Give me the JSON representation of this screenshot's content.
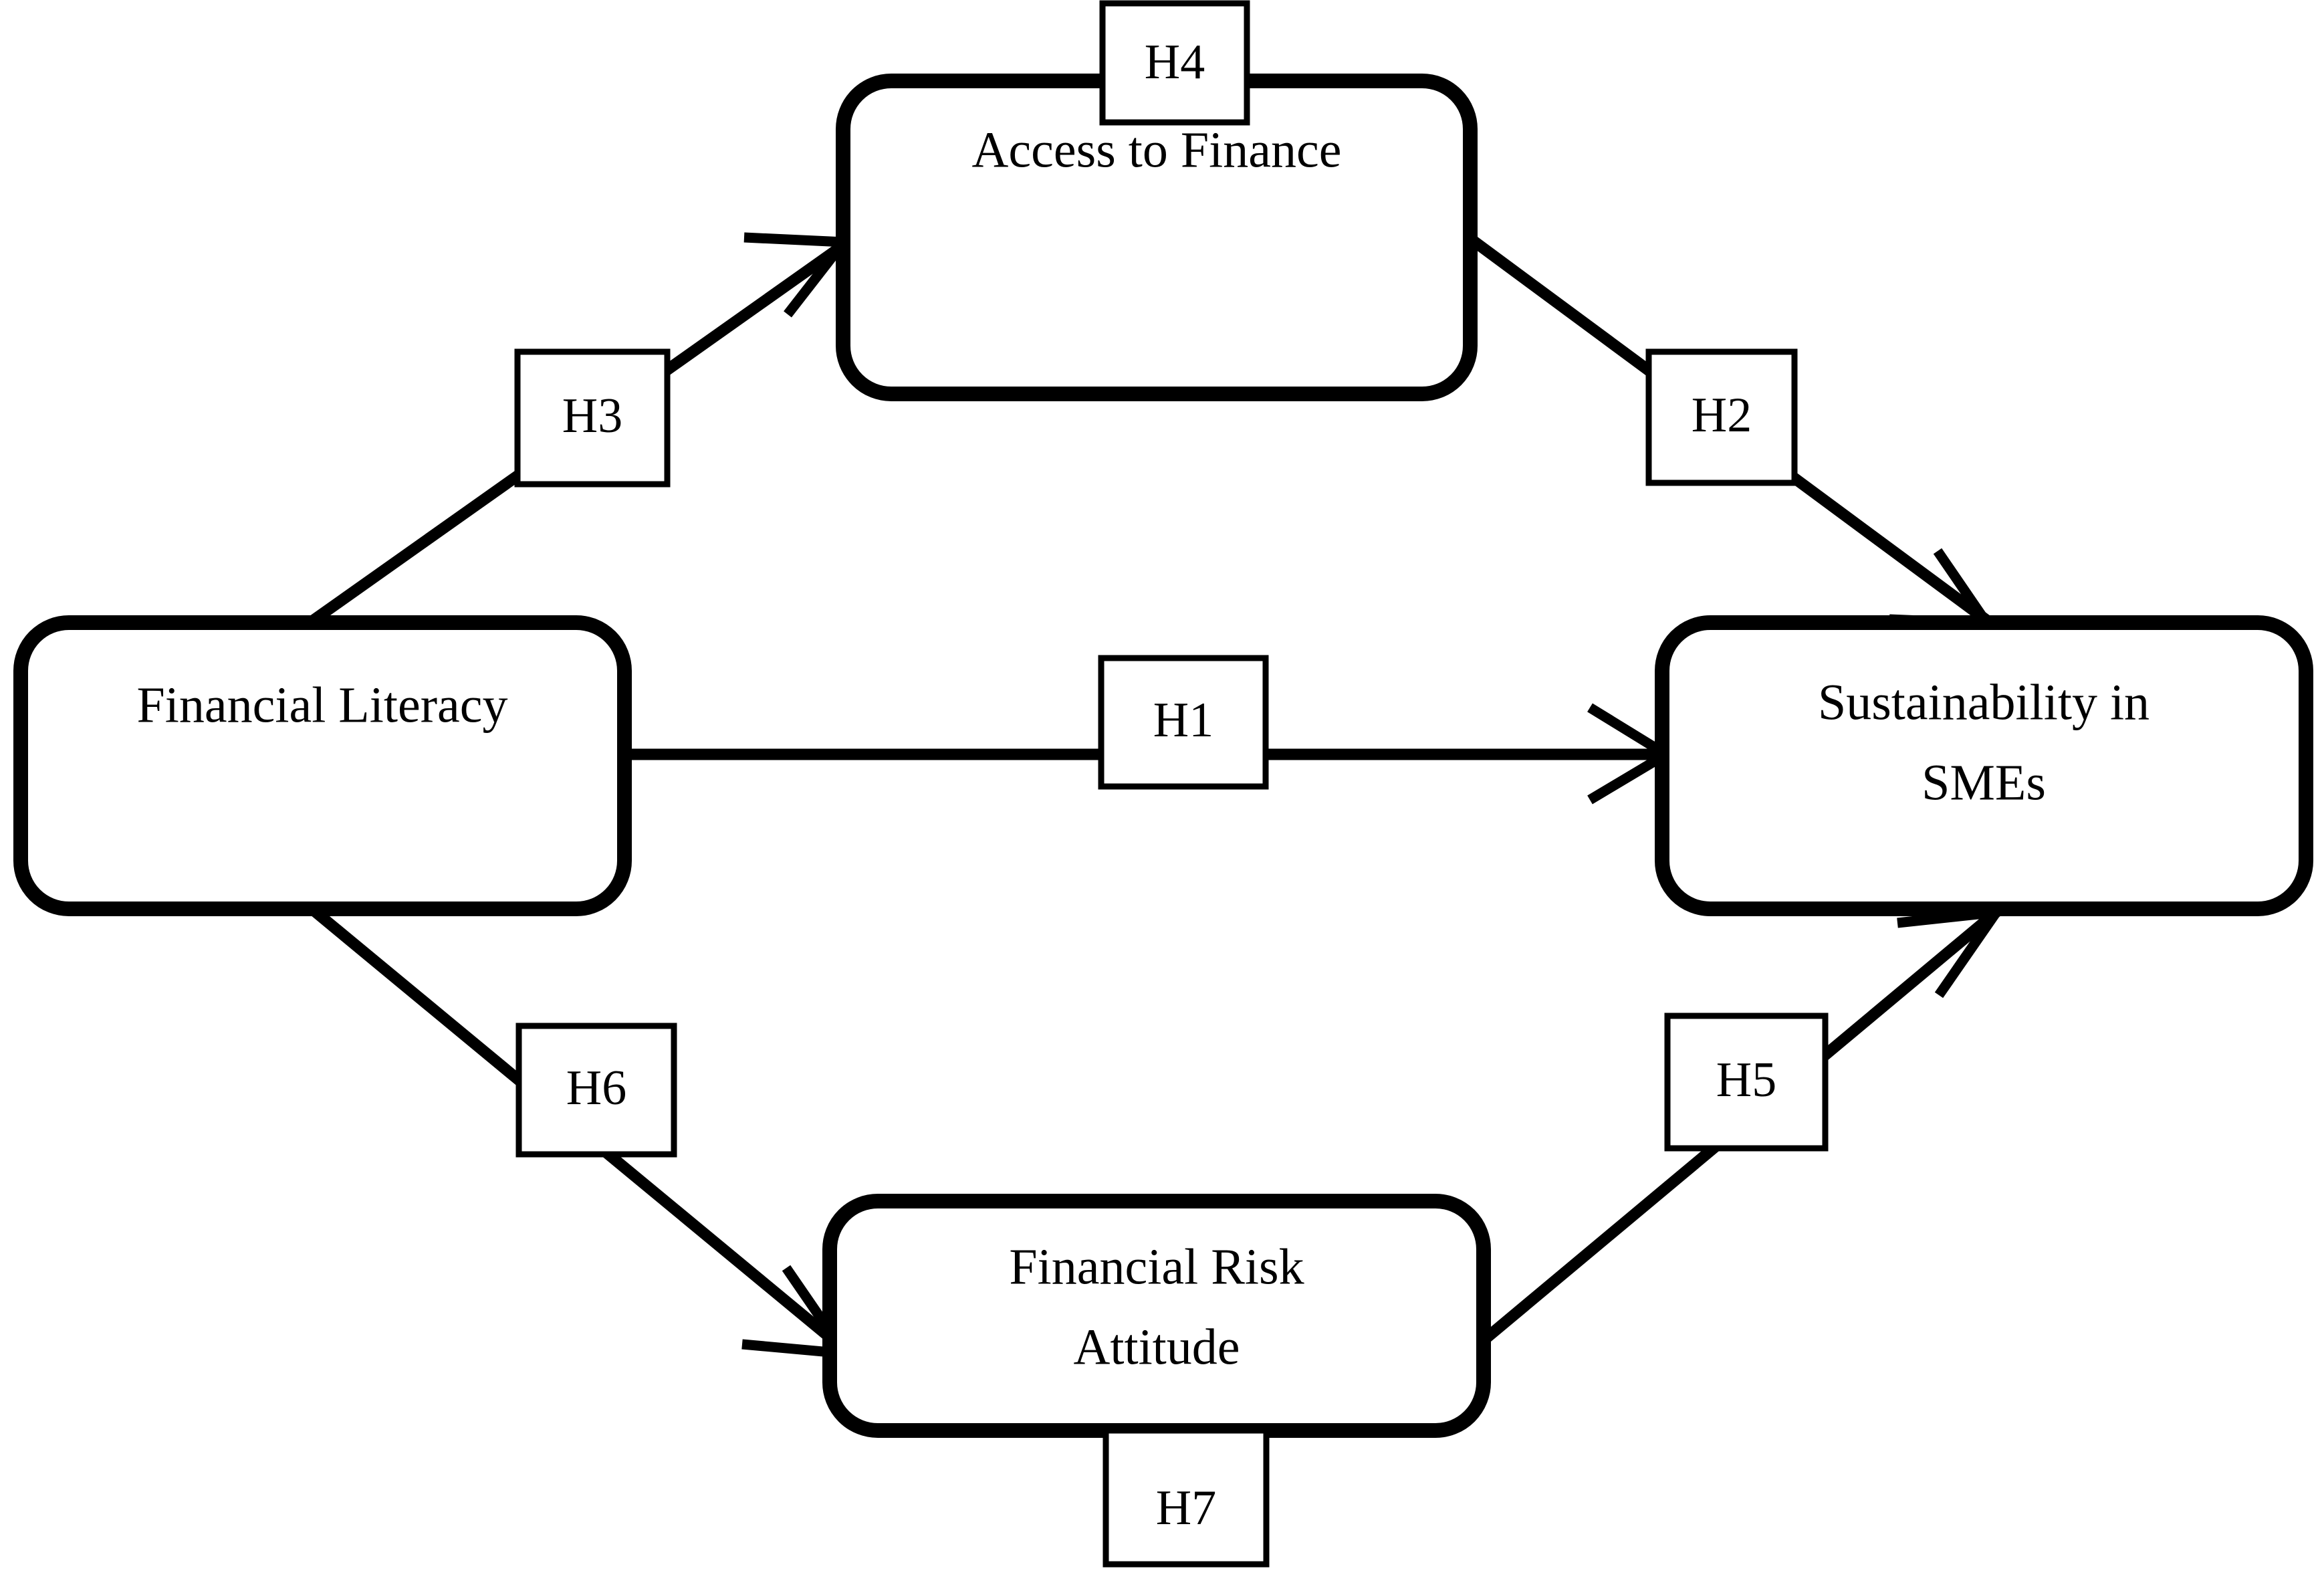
{
  "figure": {
    "type": "conceptual-research-model",
    "background_color": "#ffffff",
    "line_color": "#000000"
  },
  "constructs": [
    {
      "id": "access-to-finance",
      "lines": [
        "Access to Finance"
      ],
      "position": "top-center"
    },
    {
      "id": "financial-literacy",
      "lines": [
        "Financial Literacy"
      ],
      "position": "left-center"
    },
    {
      "id": "sustainability-in-smes",
      "lines": [
        "Sustainability in",
        "SMEs"
      ],
      "position": "right-center"
    },
    {
      "id": "financial-risk-attitude",
      "lines": [
        "Financial Risk",
        "Attitude"
      ],
      "position": "bottom-center"
    }
  ],
  "hypotheses": [
    {
      "id": "H1",
      "label": "H1",
      "from": "financial-literacy",
      "to": "sustainability-in-smes"
    },
    {
      "id": "H2",
      "label": "H2",
      "from": "access-to-finance",
      "to": "sustainability-in-smes"
    },
    {
      "id": "H3",
      "label": "H3",
      "from": "financial-literacy",
      "to": "access-to-finance"
    },
    {
      "id": "H4",
      "label": "H4",
      "from": "access-to-finance",
      "to": "access-to-finance"
    },
    {
      "id": "H5",
      "label": "H5",
      "from": "financial-risk-attitude",
      "to": "sustainability-in-smes"
    },
    {
      "id": "H6",
      "label": "H6",
      "from": "financial-literacy",
      "to": "financial-risk-attitude"
    },
    {
      "id": "H7",
      "label": "H7",
      "from": "financial-risk-attitude",
      "to": "financial-risk-attitude"
    }
  ]
}
